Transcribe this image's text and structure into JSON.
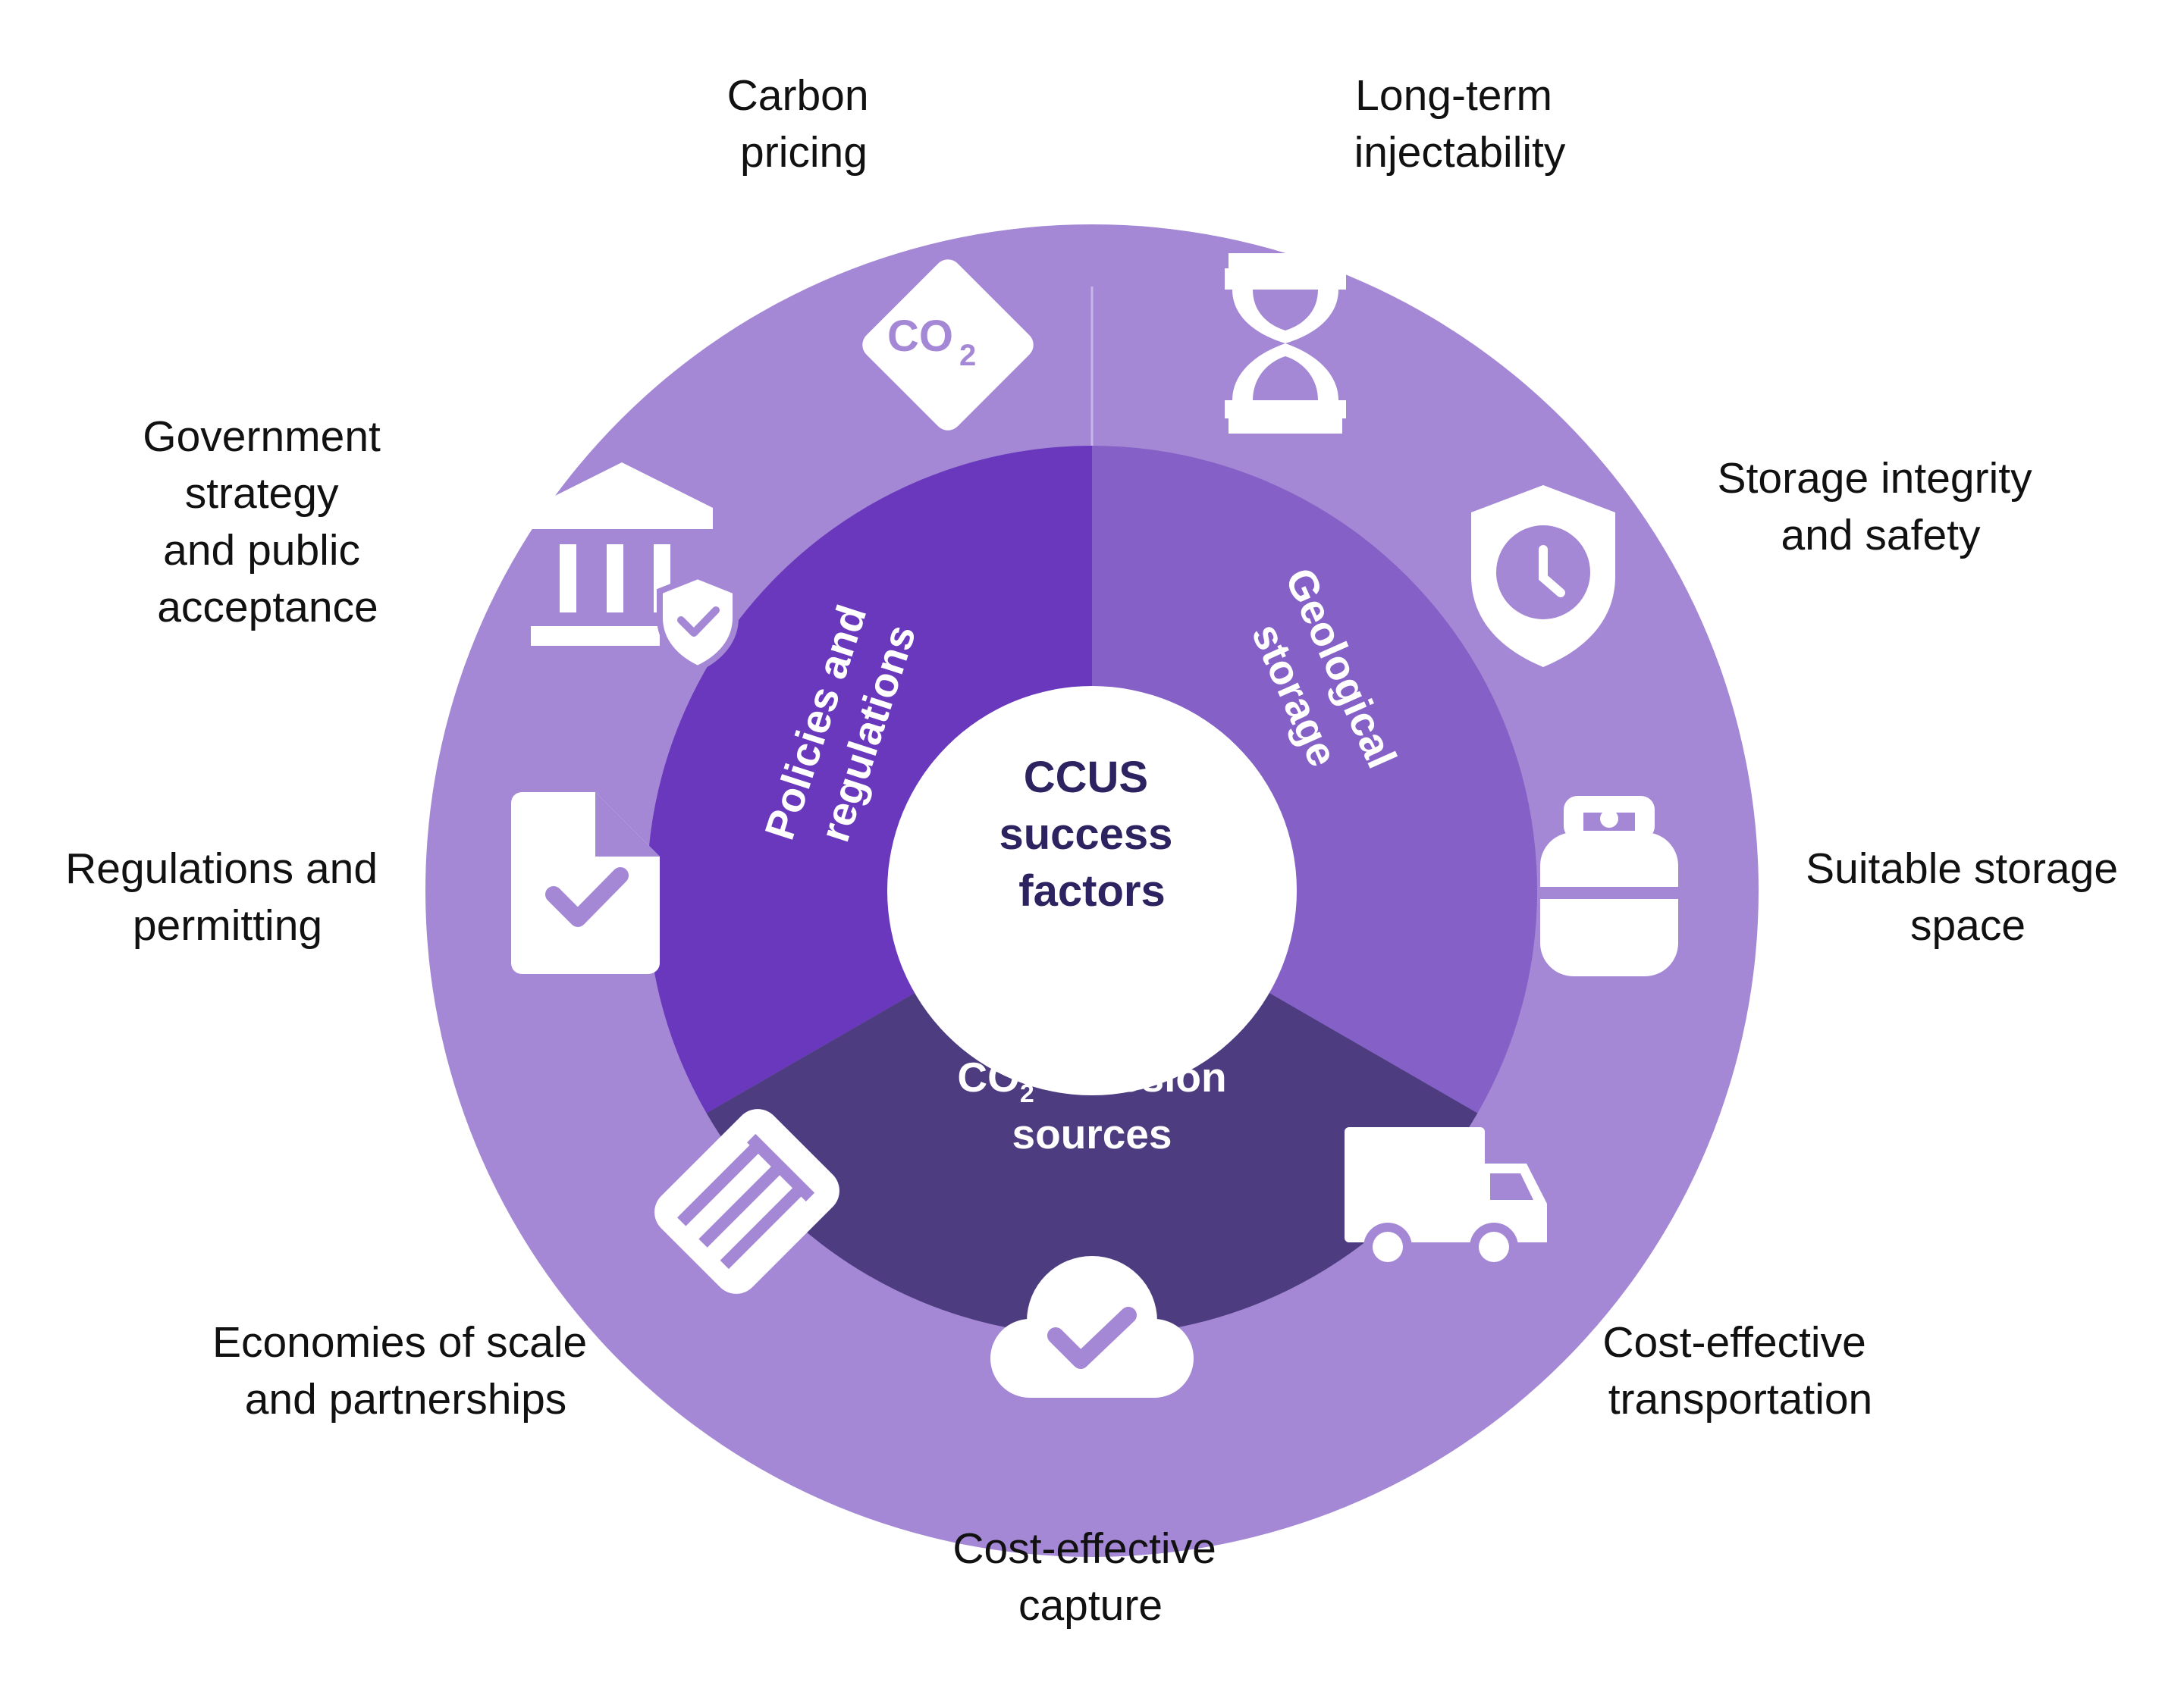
{
  "colors": {
    "outer_ring": "#a488d5",
    "segment_policies": "#6a38bd",
    "segment_geology": "#8460c7",
    "segment_emission": "#4d3d80",
    "center": "#ffffff",
    "center_text": "#2c2360",
    "icon_fill": "#ffffff",
    "icon_accent": "#a488d5"
  },
  "center": {
    "lines": [
      "CCUS",
      "success",
      "factors"
    ]
  },
  "segments": {
    "policies": {
      "lines": [
        "Policies and",
        "regulations"
      ]
    },
    "geology": {
      "lines": [
        "Geological",
        "storage"
      ]
    },
    "emission": {
      "line1_prefix": "CO",
      "line1_sub": "2",
      "line1_suffix": " emission",
      "line2": "sources"
    }
  },
  "factors": {
    "carbon_pricing": {
      "lines": [
        "Carbon",
        "pricing"
      ],
      "icon": "co2-diamond-icon"
    },
    "injectability": {
      "lines": [
        "Long-term",
        "injectability"
      ],
      "icon": "hourglass-icon"
    },
    "storage_integrity": {
      "lines": [
        "Storage integrity",
        "and safety"
      ],
      "icon": "shield-clock-icon"
    },
    "storage_space": {
      "lines": [
        "Suitable storage",
        "space"
      ],
      "icon": "storage-tank-icon"
    },
    "transportation": {
      "lines": [
        "Cost-effective",
        "transportation"
      ],
      "icon": "truck-icon"
    },
    "capture": {
      "lines": [
        "Cost-effective",
        "capture"
      ],
      "icon": "cloud-check-icon"
    },
    "economies": {
      "lines": [
        "Economies of scale",
        "and partnerships"
      ],
      "icon": "handshake-icon"
    },
    "permitting": {
      "lines": [
        "Regulations and",
        "permitting"
      ],
      "icon": "document-check-icon"
    },
    "government": {
      "lines": [
        "Government",
        "strategy",
        "and public",
        "acceptance"
      ],
      "icon": "government-building-shield-icon"
    }
  },
  "icon_text": {
    "co2": "CO",
    "co2_sub": "2"
  }
}
